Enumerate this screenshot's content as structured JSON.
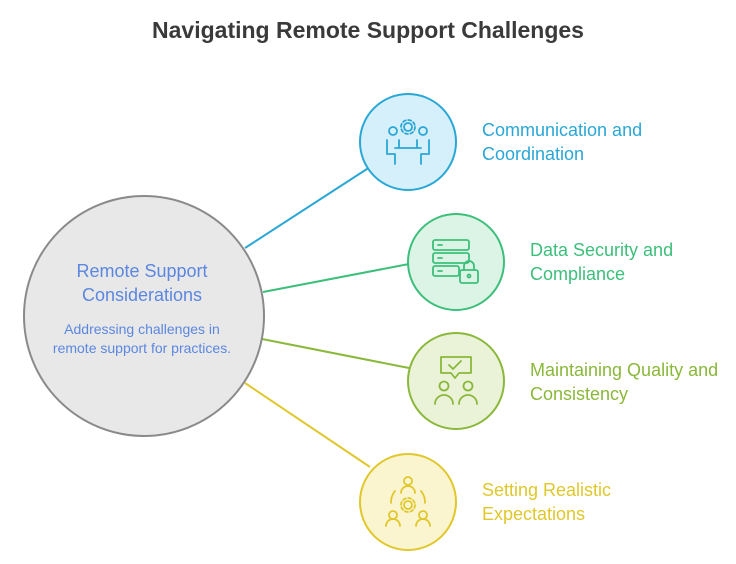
{
  "title": "Navigating Remote Support Challenges",
  "center": {
    "title": "Remote Support Considerations",
    "description": "Addressing challenges in remote support for practices."
  },
  "items": [
    {
      "label": "Communication and Coordination",
      "icon": "team-meeting-icon",
      "color": "#2aa7d6",
      "fill": "#d6f0fb"
    },
    {
      "label": "Data Security and Compliance",
      "icon": "secure-server-icon",
      "color": "#3cbf7a",
      "fill": "#dcf4e6"
    },
    {
      "label": "Maintaining Quality and Consistency",
      "icon": "quality-review-icon",
      "color": "#8ab83a",
      "fill": "#eaf3d8"
    },
    {
      "label": "Setting Realistic Expectations",
      "icon": "expectations-team-icon",
      "color": "#e0c72b",
      "fill": "#fbf5cf"
    }
  ]
}
